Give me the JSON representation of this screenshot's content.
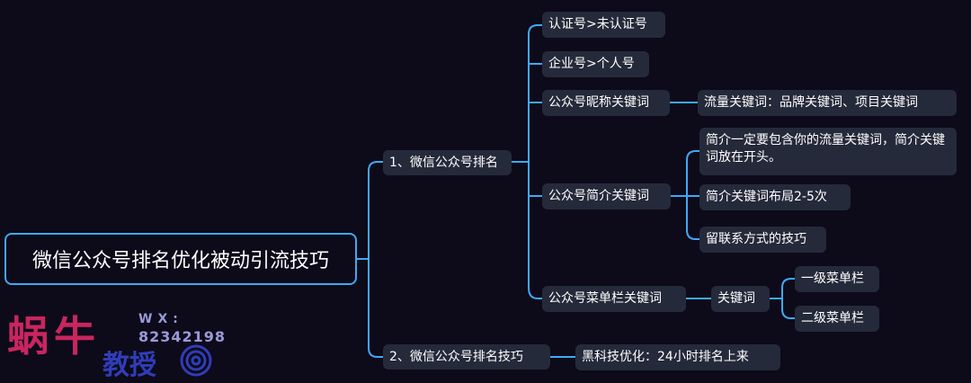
{
  "root": "微信公众号排名优化被动引流技巧",
  "branch1": {
    "label": "1、微信公众号排名",
    "children": {
      "c1": "认证号>未认证号",
      "c2": "企业号>个人号",
      "c3": {
        "label": "公众号昵称关键词",
        "child": "流量关键词：品牌关键词、项目关键词"
      },
      "c4": {
        "label": "公众号简介关键词",
        "children": [
          "简介一定要包含你的流量关键词，简介关键词放在开头。",
          "简介关键词布局2-5次",
          "留联系方式的技巧"
        ]
      },
      "c5": {
        "label": "公众号菜单栏关键词",
        "child": {
          "label": "关键词",
          "children": [
            "一级菜单栏",
            "二级菜单栏"
          ]
        }
      }
    }
  },
  "branch2": {
    "label": "2、微信公众号排名技巧",
    "child": "黑科技优化：24小时排名上来"
  },
  "watermark": {
    "big1": "蜗",
    "big2": "牛",
    "small": "教授",
    "wx": "WX:",
    "number": "82342198"
  },
  "colors": {
    "background": "#0d0a1a",
    "node": "#252a3a",
    "line": "#3fa9f5",
    "watermark_red": "#c8265f",
    "watermark_blue": "#2f3db8"
  }
}
